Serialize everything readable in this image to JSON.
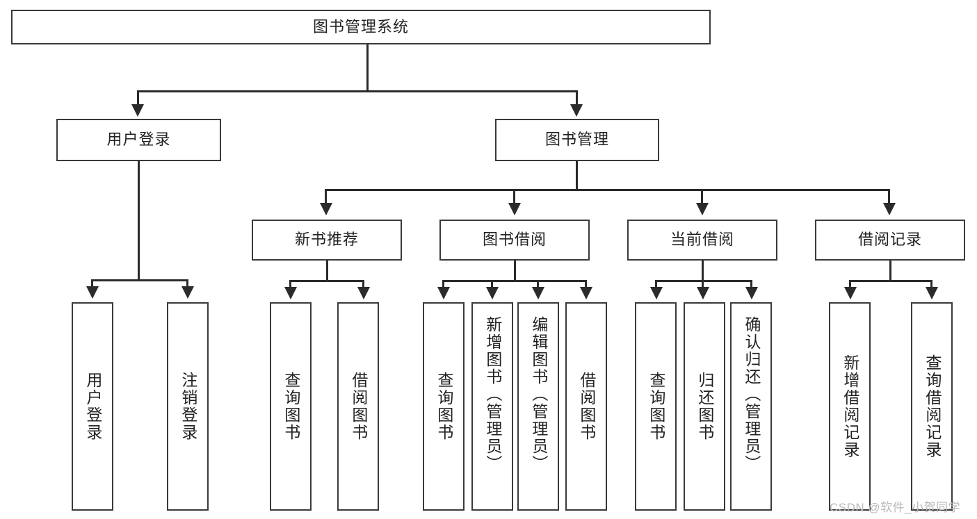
{
  "diagram": {
    "title": "图书管理系统",
    "type": "tree",
    "root": {
      "label": "图书管理系统"
    },
    "level2": [
      {
        "label": "用户登录"
      },
      {
        "label": "图书管理"
      }
    ],
    "level3": [
      {
        "label": "新书推荐"
      },
      {
        "label": "图书借阅"
      },
      {
        "label": "当前借阅"
      },
      {
        "label": "借阅记录"
      }
    ],
    "leaves": {
      "user_login": [
        {
          "label": "用户登录"
        },
        {
          "label": "注销登录"
        }
      ],
      "new_book_recommend": [
        {
          "label": "查询图书"
        },
        {
          "label": "借阅图书"
        }
      ],
      "book_borrow": [
        {
          "label": "查询图书"
        },
        {
          "label": "新增图书（管理员）"
        },
        {
          "label": "编辑图书（管理员）"
        },
        {
          "label": "借阅图书"
        }
      ],
      "current_borrow": [
        {
          "label": "查询图书"
        },
        {
          "label": "归还图书"
        },
        {
          "label": "确认归还（管理员）"
        }
      ],
      "borrow_record": [
        {
          "label": "新增借阅记录"
        },
        {
          "label": "查询借阅记录"
        }
      ]
    }
  },
  "watermark": {
    "text": "CSDN @软件_小贺同学"
  },
  "colors": {
    "box_border": "#3a3a3a",
    "connector": "#2b2b2b",
    "text": "#222222",
    "background": "#ffffff",
    "watermark": "#b9b9b9"
  }
}
